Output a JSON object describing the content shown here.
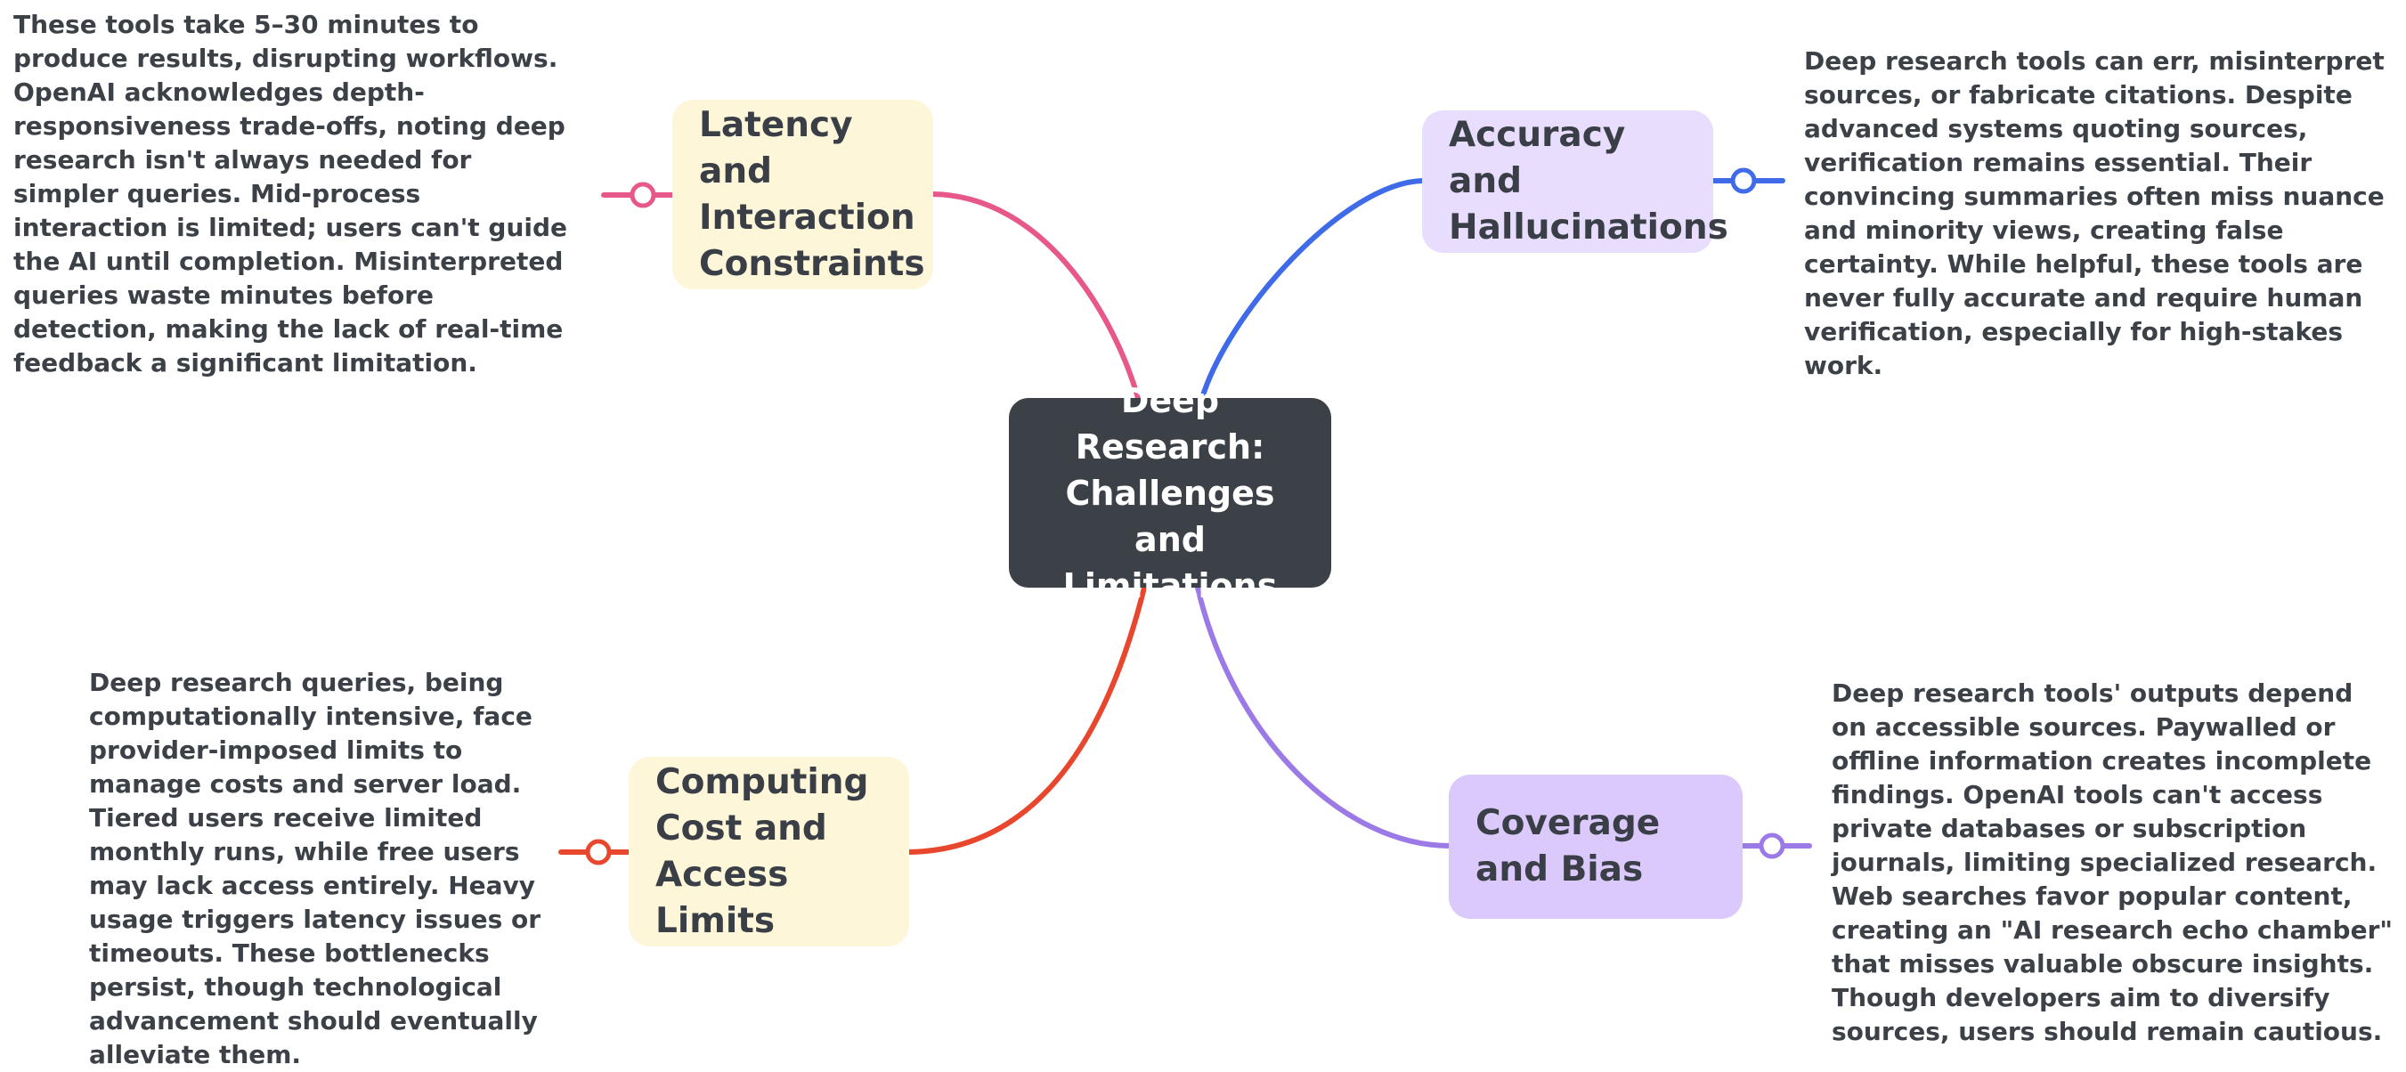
{
  "central_topic": "Deep Research: Challenges and Limitations",
  "branches": [
    {
      "id": "latency",
      "title": "Latency and Interaction Constraints",
      "color": "#e8578a",
      "fill": "#fef6d8",
      "note": "These tools take 5–30 minutes to produce results, disrupting workflows. OpenAI acknowledges depth-responsiveness trade-offs, noting deep research isn't always needed for simpler queries. Mid-process interaction is limited; users can't guide the AI until completion. Misinterpreted queries waste minutes before detection, making the lack of real-time feedback a significant limitation."
    },
    {
      "id": "accuracy",
      "title": "Accuracy and Hallucinations",
      "color": "#3f6ae8",
      "fill": "#e8ddfd",
      "note": "Deep research tools can err, misinterpret sources, or fabricate citations. Despite advanced systems quoting sources, verification remains essential. Their convincing summaries often miss nuance and minority views, creating false certainty. While helpful, these tools are never fully accurate and require human verification, especially for high-stakes work."
    },
    {
      "id": "computing",
      "title": "Computing Cost and Access Limits",
      "color": "#e8472e",
      "fill": "#fef6d8",
      "note": "Deep research queries, being computationally intensive, face provider-imposed limits to manage costs and server load. Tiered users receive limited monthly runs, while free users may lack access entirely. Heavy usage triggers latency issues or timeouts. These bottlenecks persist, though technological advancement should eventually alleviate them."
    },
    {
      "id": "coverage",
      "title": "Coverage and Bias",
      "color": "#9b79e6",
      "fill": "#dcc9fc",
      "note": "Deep research tools' outputs depend on accessible sources. Paywalled or offline information creates incomplete findings. OpenAI tools can't access private databases or subscription journals, limiting specialized research. Web searches favor popular content, creating an \"AI research echo chamber\" that misses valuable obscure insights. Though developers aim to diversify sources, users should remain cautious."
    }
  ]
}
